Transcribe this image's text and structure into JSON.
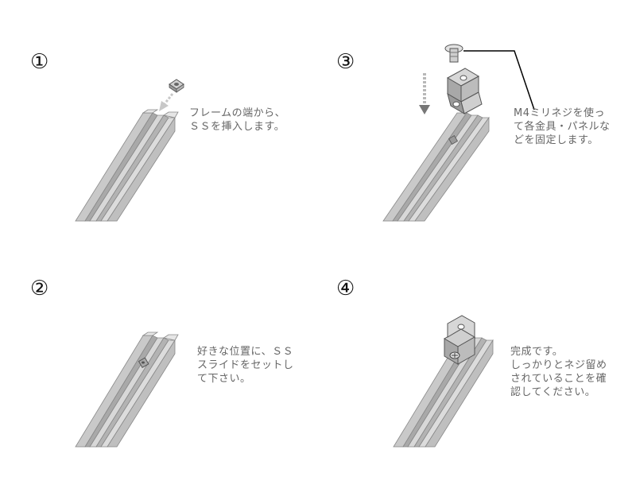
{
  "steps": [
    {
      "number": "①",
      "lines": [
        "フレームの端から、",
        "ＳＳを挿入します。"
      ]
    },
    {
      "number": "③",
      "lines": [
        "M4ミリネジを使っ",
        "て各金具・パネルな",
        "どを固定します。"
      ]
    },
    {
      "number": "②",
      "lines": [
        "好きな位置に、ＳＳ",
        "スライドをセットし",
        "て下さい。"
      ]
    },
    {
      "number": "④",
      "lines": [
        "完成です。",
        "しっかりとネジ留め",
        "されていることを確",
        "認してください。"
      ]
    }
  ]
}
